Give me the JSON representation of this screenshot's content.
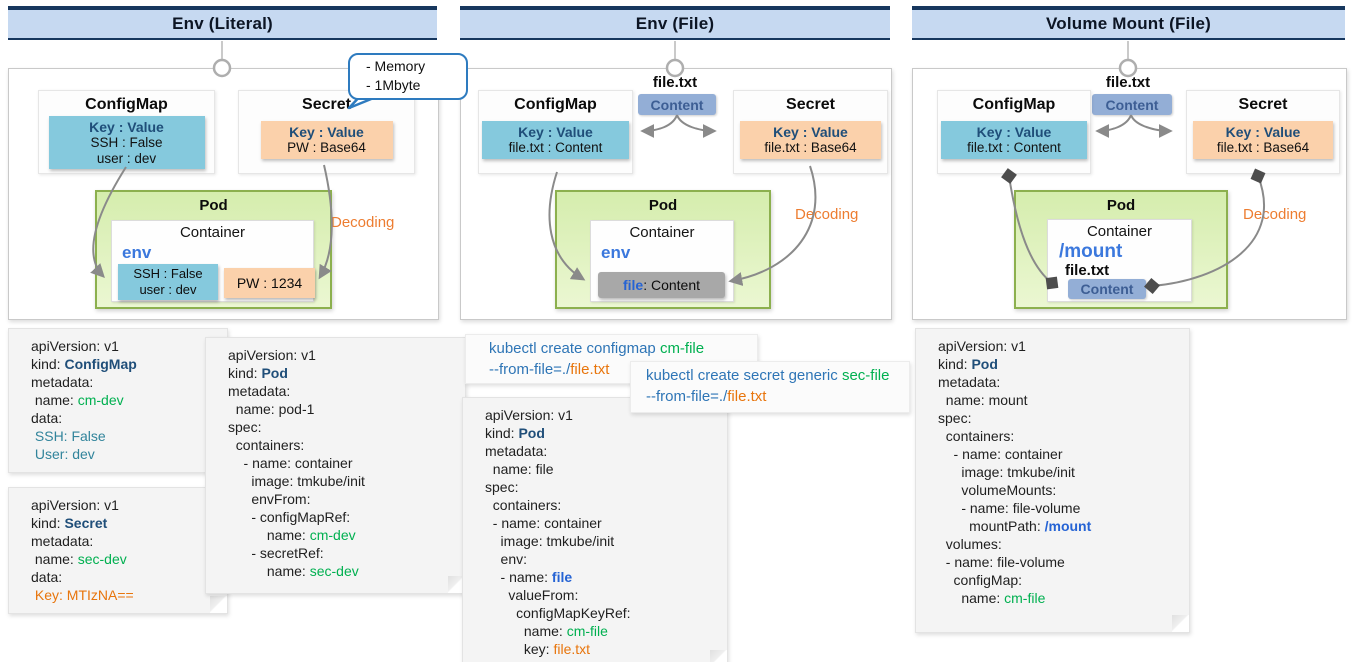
{
  "panel1": {
    "title": "Env (Literal)",
    "callout": {
      "line1": "- Memory",
      "line2": "- 1Mbyte"
    },
    "configmap": {
      "title": "ConfigMap",
      "kv_header": "Key : Value",
      "rows": [
        "SSH : False",
        "user : dev"
      ]
    },
    "secret": {
      "title": "Secret",
      "kv_header": "Key : Value",
      "rows": [
        "PW : Base64"
      ]
    },
    "pod": {
      "title": "Pod",
      "container": "Container",
      "env": "env",
      "blue_chip": [
        "SSH : False",
        "user : dev"
      ],
      "orange_chip": "PW : 1234"
    },
    "decoding": "Decoding",
    "yaml_configmap": [
      [
        {
          "t": "apiVersion: v1"
        }
      ],
      [
        {
          "t": "kind: "
        },
        {
          "t": "ConfigMap",
          "c": "kind"
        }
      ],
      [
        {
          "t": "metadata:"
        }
      ],
      [
        {
          "t": " name: "
        },
        {
          "t": "cm-dev",
          "c": "green"
        }
      ],
      [
        {
          "t": "data:"
        }
      ],
      [
        {
          "t": " SSH: False",
          "c": "teal"
        }
      ],
      [
        {
          "t": " User: dev",
          "c": "teal"
        }
      ]
    ],
    "yaml_secret": [
      [
        {
          "t": "apiVersion: v1"
        }
      ],
      [
        {
          "t": "kind: "
        },
        {
          "t": "Secret",
          "c": "kind"
        }
      ],
      [
        {
          "t": "metadata:"
        }
      ],
      [
        {
          "t": " name: "
        },
        {
          "t": "sec-dev",
          "c": "green"
        }
      ],
      [
        {
          "t": "data:"
        }
      ],
      [
        {
          "t": " Key: MTIzNA==",
          "c": "orange"
        }
      ]
    ],
    "yaml_pod": [
      [
        {
          "t": "apiVersion: v1"
        }
      ],
      [
        {
          "t": "kind: "
        },
        {
          "t": "Pod",
          "c": "kind"
        }
      ],
      [
        {
          "t": "metadata:"
        }
      ],
      [
        {
          "t": "  name: pod-1"
        }
      ],
      [
        {
          "t": "spec:"
        }
      ],
      [
        {
          "t": "  containers:"
        }
      ],
      [
        {
          "t": "    - name: container"
        }
      ],
      [
        {
          "t": "      image: tmkube/init"
        }
      ],
      [
        {
          "t": "      envFrom:"
        }
      ],
      [
        {
          "t": "      - configMapRef:"
        }
      ],
      [
        {
          "t": "          name: "
        },
        {
          "t": "cm-dev",
          "c": "green"
        }
      ],
      [
        {
          "t": "      - secretRef:"
        }
      ],
      [
        {
          "t": "          name: "
        },
        {
          "t": "sec-dev",
          "c": "green"
        }
      ]
    ]
  },
  "panel2": {
    "title": "Env (File)",
    "file_label": "file.txt",
    "content_chip": "Content",
    "configmap": {
      "title": "ConfigMap",
      "kv_header": "Key : Value",
      "rows": [
        "file.txt : Content"
      ]
    },
    "secret": {
      "title": "Secret",
      "kv_header": "Key : Value",
      "rows": [
        "file.txt : Base64"
      ]
    },
    "pod": {
      "title": "Pod",
      "container": "Container",
      "env": "env",
      "gray_chip": [
        {
          "t": "file",
          "c": "blue"
        },
        {
          "t": " : Content"
        }
      ]
    },
    "decoding": "Decoding",
    "cmd_configmap": [
      [
        {
          "t": "kubectl create configmap ",
          "c": "cmd"
        },
        {
          "t": "cm-file",
          "c": "green"
        }
      ],
      [
        {
          "t": "--from-file=./",
          "c": "cmd"
        },
        {
          "t": "file.txt",
          "c": "orange"
        }
      ]
    ],
    "cmd_secret": [
      [
        {
          "t": "kubectl create secret generic ",
          "c": "cmd"
        },
        {
          "t": "sec-file",
          "c": "green"
        }
      ],
      [
        {
          "t": "--from-file=./",
          "c": "cmd"
        },
        {
          "t": "file.txt",
          "c": "orange"
        }
      ]
    ],
    "yaml_pod": [
      [
        {
          "t": "apiVersion: v1"
        }
      ],
      [
        {
          "t": "kind: "
        },
        {
          "t": "Pod",
          "c": "kind"
        }
      ],
      [
        {
          "t": "metadata:"
        }
      ],
      [
        {
          "t": "  name: file"
        }
      ],
      [
        {
          "t": "spec:"
        }
      ],
      [
        {
          "t": "  containers:"
        }
      ],
      [
        {
          "t": "  - name: container"
        }
      ],
      [
        {
          "t": "    image: tmkube/init"
        }
      ],
      [
        {
          "t": "    env:"
        }
      ],
      [
        {
          "t": "    - name: "
        },
        {
          "t": "file",
          "c": "blue"
        }
      ],
      [
        {
          "t": "      valueFrom:"
        }
      ],
      [
        {
          "t": "        configMapKeyRef:"
        }
      ],
      [
        {
          "t": "          name: "
        },
        {
          "t": "cm-file",
          "c": "green"
        }
      ],
      [
        {
          "t": "          key: "
        },
        {
          "t": "file.txt",
          "c": "orange"
        }
      ]
    ]
  },
  "panel3": {
    "title": "Volume Mount (File)",
    "file_label": "file.txt",
    "content_chip": "Content",
    "configmap": {
      "title": "ConfigMap",
      "kv_header": "Key : Value",
      "rows": [
        "file.txt : Content"
      ]
    },
    "secret": {
      "title": "Secret",
      "kv_header": "Key : Value",
      "rows": [
        "file.txt : Base64"
      ]
    },
    "pod": {
      "title": "Pod",
      "container": "Container",
      "mount": "/mount",
      "file": "file.txt",
      "content": "Content"
    },
    "decoding": "Decoding",
    "yaml_pod": [
      [
        {
          "t": "apiVersion: v1"
        }
      ],
      [
        {
          "t": "kind: "
        },
        {
          "t": "Pod",
          "c": "kind"
        }
      ],
      [
        {
          "t": "metadata:"
        }
      ],
      [
        {
          "t": "  name: mount"
        }
      ],
      [
        {
          "t": "spec:"
        }
      ],
      [
        {
          "t": "  containers:"
        }
      ],
      [
        {
          "t": "    - name: container"
        }
      ],
      [
        {
          "t": "      image: tmkube/init"
        }
      ],
      [
        {
          "t": "      volumeMounts:"
        }
      ],
      [
        {
          "t": "      - name: file-volume"
        }
      ],
      [
        {
          "t": "        mountPath: "
        },
        {
          "t": "/mount",
          "c": "blue"
        }
      ],
      [
        {
          "t": "  volumes:"
        }
      ],
      [
        {
          "t": "  - name: file-volume"
        }
      ],
      [
        {
          "t": "    configMap:"
        }
      ],
      [
        {
          "t": "      name: "
        },
        {
          "t": "cm-file",
          "c": "green"
        }
      ]
    ]
  }
}
